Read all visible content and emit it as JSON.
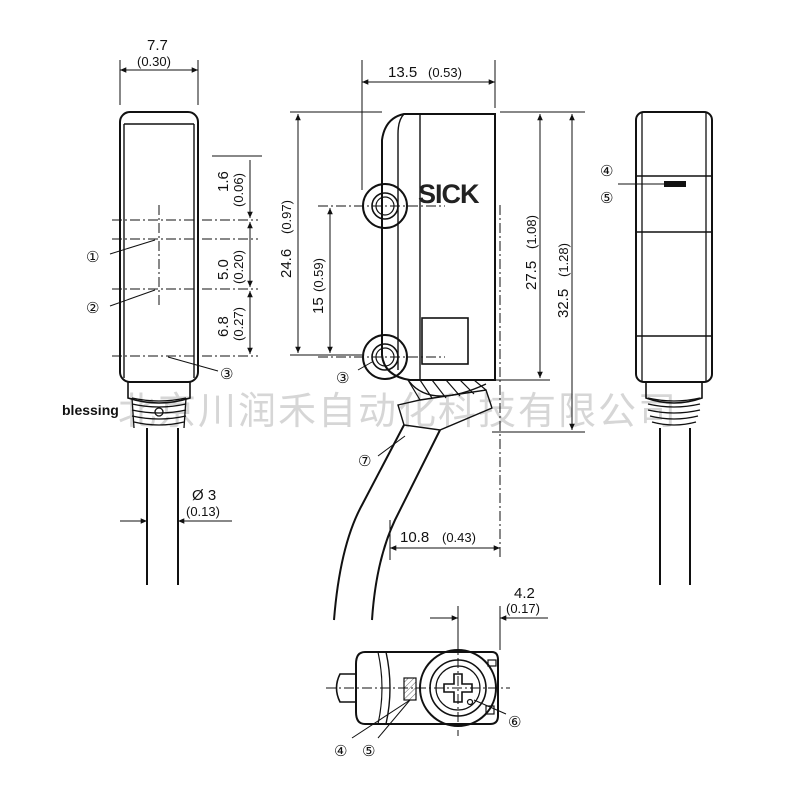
{
  "watermark": {
    "tag": "blessing",
    "text": "北京川润禾自动化科技有限公司"
  },
  "brand": "SICK",
  "dimensions": {
    "width_front": {
      "main": "7.7",
      "sub": "(0.30)"
    },
    "depth_side": {
      "main": "13.5",
      "sub": "(0.53)"
    },
    "top_offset": {
      "main": "1.6",
      "sub": "(0.06)"
    },
    "mid_gap": {
      "main": "5.0",
      "sub": "(0.20)"
    },
    "low_offset": {
      "main": "6.8",
      "sub": "(0.27)"
    },
    "hole_height": {
      "main": "24.6",
      "sub": "(0.97)"
    },
    "hole_spacing": {
      "main": "15",
      "sub": "(0.59)"
    },
    "body_height": {
      "main": "27.5",
      "sub": "(1.08)"
    },
    "total_height": {
      "main": "32.5",
      "sub": "(1.28)"
    },
    "cable_diameter": {
      "main": "Ø 3",
      "sub": "(0.13)"
    },
    "cable_offset": {
      "main": "10.8",
      "sub": "(0.43)"
    },
    "pot_offset": {
      "main": "4.2",
      "sub": "(0.17)"
    }
  },
  "callouts": {
    "c1": "①",
    "c2": "②",
    "c3": "③",
    "c4": "④",
    "c5": "⑤",
    "c6": "⑥",
    "c7": "⑦"
  }
}
